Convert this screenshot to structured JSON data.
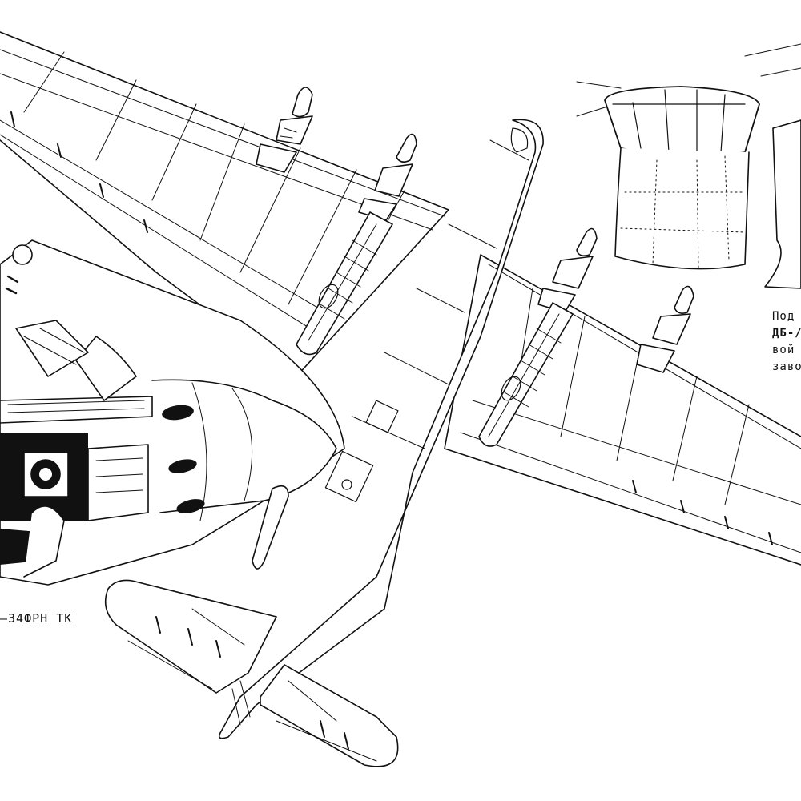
{
  "labels": {
    "engine_label": "–34ФРН ТК",
    "caption_lines": [
      "Под",
      "ДБ-/",
      "вой",
      "заво"
    ]
  },
  "colors": {
    "ink": "#111111",
    "paper": "#ffffff"
  }
}
